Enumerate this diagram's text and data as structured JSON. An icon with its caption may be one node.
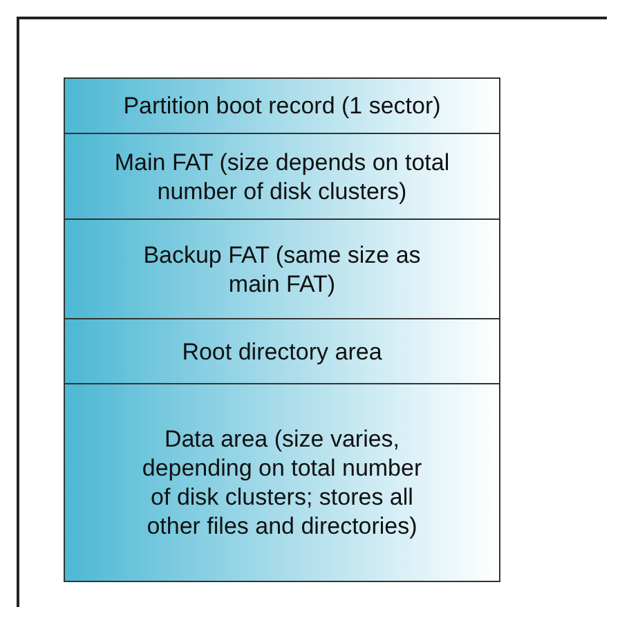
{
  "diagram": {
    "nodes": [
      {
        "text": [
          "Partition boot record (1 sector)"
        ]
      },
      {
        "text": [
          "Main FAT (size depends on total number of disk clusters)"
        ]
      },
      {
        "text": [
          "Backup FAT (same size as main FAT)"
        ]
      },
      {
        "text": [
          "Root directory area"
        ]
      },
      {
        "text": [
          "Data area (size varies, depending on total number of disk clusters; stores all other files and directories)"
        ]
      }
    ]
  }
}
